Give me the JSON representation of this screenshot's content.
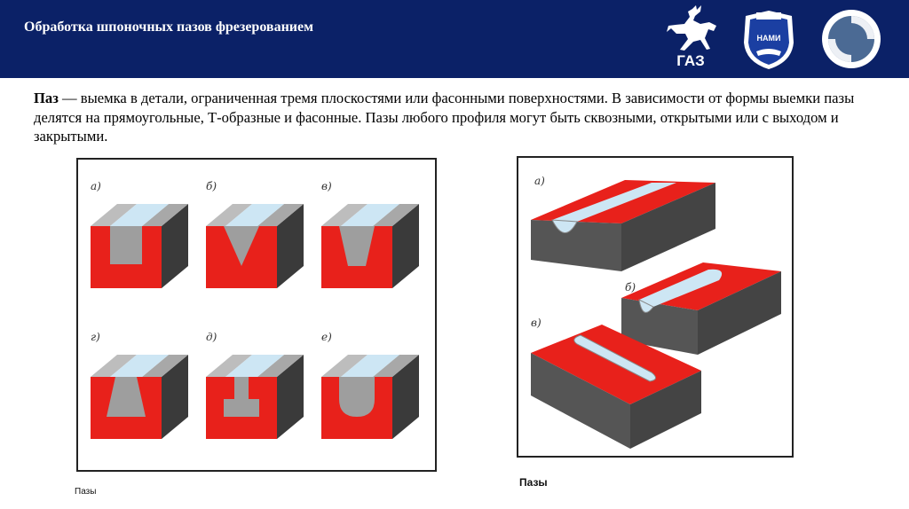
{
  "header": {
    "title": "Обработка шпоночных пазов фрезерованием",
    "gaz_logo_text": "ГАЗ",
    "nami_logo_text": "НАМИ",
    "background_color": "#0b2167"
  },
  "content": {
    "term": "Паз",
    "definition": " — выемка в детали, ограниченная тремя плоскостями или фасонными поверхностями. В зависимости от формы выемки пазы делятся на прямоугольные, Т-образные и фасонные. Пазы любого профиля могут быть сквозными, открытыми или с выходом  и закрытыми."
  },
  "figure_left": {
    "labels": [
      "а)",
      "б)",
      "в)",
      "г)",
      "д)",
      "е)"
    ],
    "caption": "Пазы"
  },
  "figure_right": {
    "labels": [
      "а)",
      "б)",
      "в)"
    ],
    "caption": "Пазы"
  },
  "colors": {
    "red": "#e8211b",
    "dark_gray": "#3f3f3f",
    "light_blue": "#cde6f4"
  }
}
